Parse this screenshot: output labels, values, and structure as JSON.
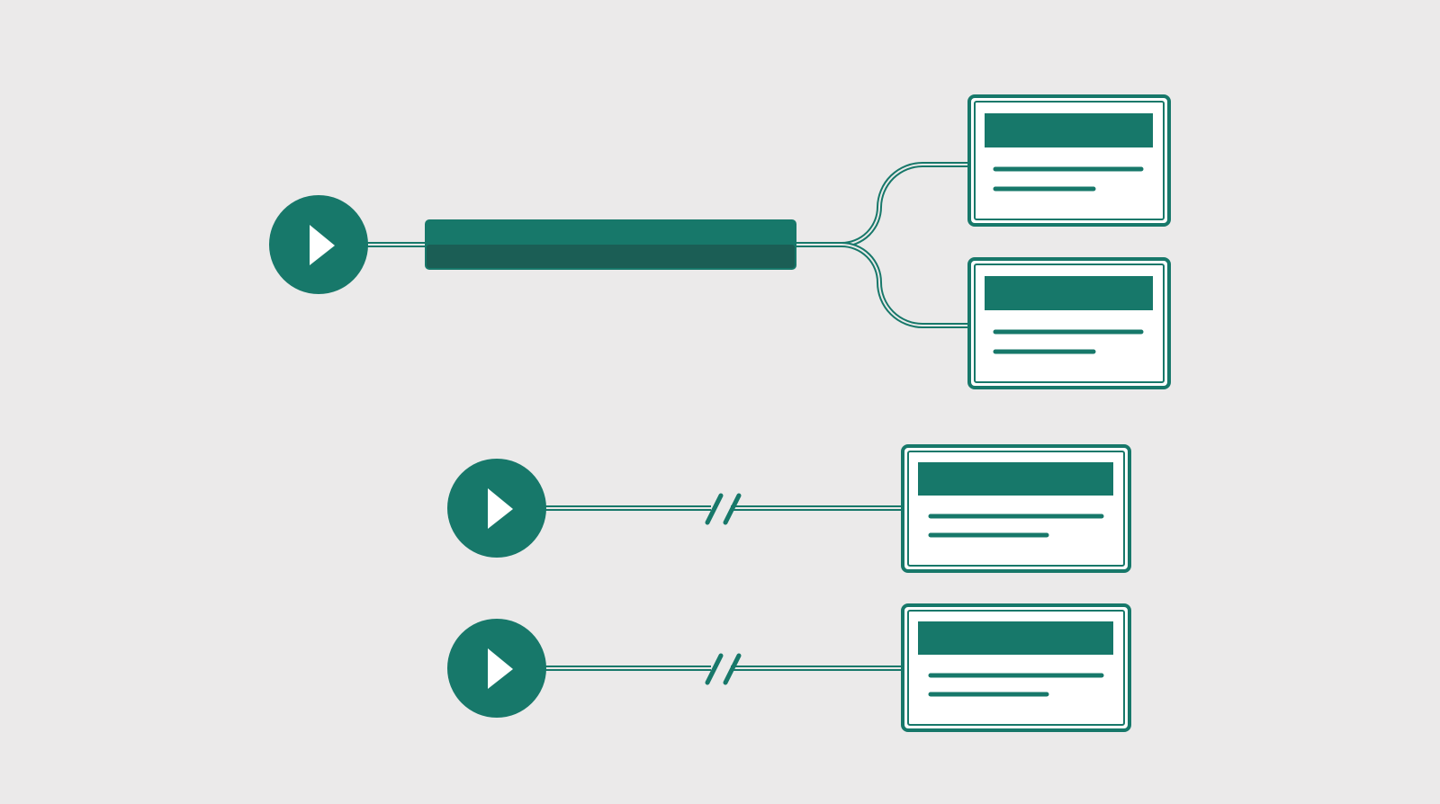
{
  "colors": {
    "background": "#ebeaea",
    "accent": "#17786a",
    "accent_dark": "#1b5e55",
    "card_fill": "#ffffff"
  },
  "icons": {
    "start_node": "play-icon",
    "break_marker": "line-break-icon"
  },
  "diagram": {
    "flows": [
      {
        "name": "flow-1",
        "start": "play-icon",
        "has_track_bar": true,
        "branch": "split-into-two",
        "targets": [
          "card-1",
          "card-2"
        ]
      },
      {
        "name": "flow-2",
        "start": "play-icon",
        "has_break": true,
        "targets": [
          "card-3"
        ]
      },
      {
        "name": "flow-3",
        "start": "play-icon",
        "has_break": true,
        "targets": [
          "card-4"
        ]
      }
    ]
  }
}
